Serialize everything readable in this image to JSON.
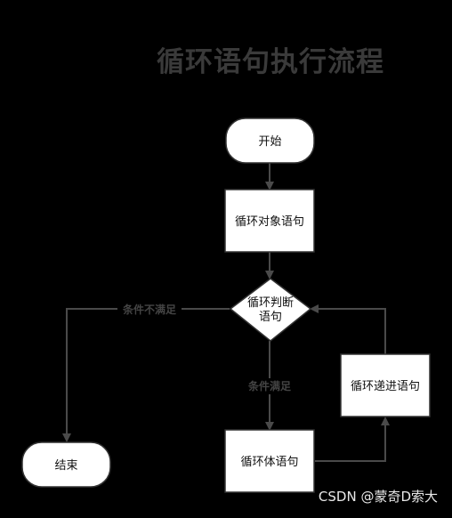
{
  "title": "循环语句执行流程",
  "nodes": {
    "start": "开始",
    "init": "循环对象语句",
    "condition_line1": "循环判断",
    "condition_line2": "语句",
    "body": "循环体语句",
    "step": "循环递进语句",
    "end": "结束"
  },
  "edge_labels": {
    "not_satisfied": "条件不满足",
    "satisfied": "条件满足"
  },
  "watermark": "CSDN @蒙奇D索大",
  "colors": {
    "background": "#000000",
    "node_fill": "#ffffff",
    "line": "#4a4a4a",
    "title": "#3a3a3a",
    "edge_label": "#444444",
    "watermark": "#e8e8e8"
  }
}
